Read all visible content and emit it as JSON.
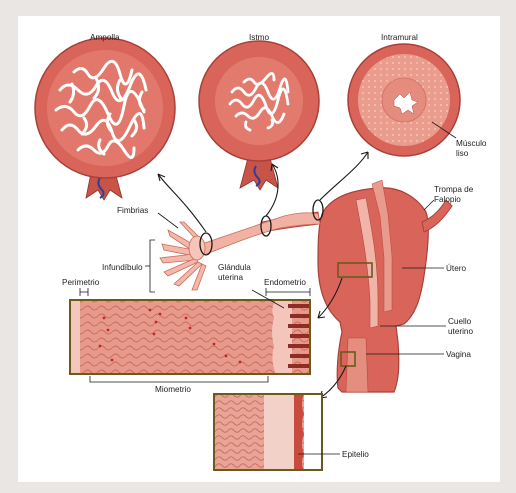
{
  "labels": {
    "ampolla": "Ampolla",
    "istmo": "Istmo",
    "intramural": "Intramural",
    "musculo_liso_1": "Músculo",
    "musculo_liso_2": "liso",
    "fimbrias": "Fimbrias",
    "trompa_1": "Trompa de",
    "trompa_2": "Falopio",
    "infundibulo": "Infundíbulo",
    "glandula_1": "Glándula",
    "glandula_2": "uterina",
    "perimetrio": "Perimetrio",
    "endometrio": "Endometrio",
    "utero": "Útero",
    "cuello_1": "Cuello",
    "cuello_2": "uterino",
    "vagina": "Vagina",
    "miometrio": "Miometrio",
    "epitelio": "Epitelio"
  },
  "colors": {
    "background": "#e9e6e3",
    "panel": "#ffffff",
    "tissue": "#d96a5f",
    "tissue_light": "#efb3a6",
    "tissue_dark": "#b8463d",
    "box_border": "#6a5a1c",
    "line": "#1a1a1a"
  }
}
